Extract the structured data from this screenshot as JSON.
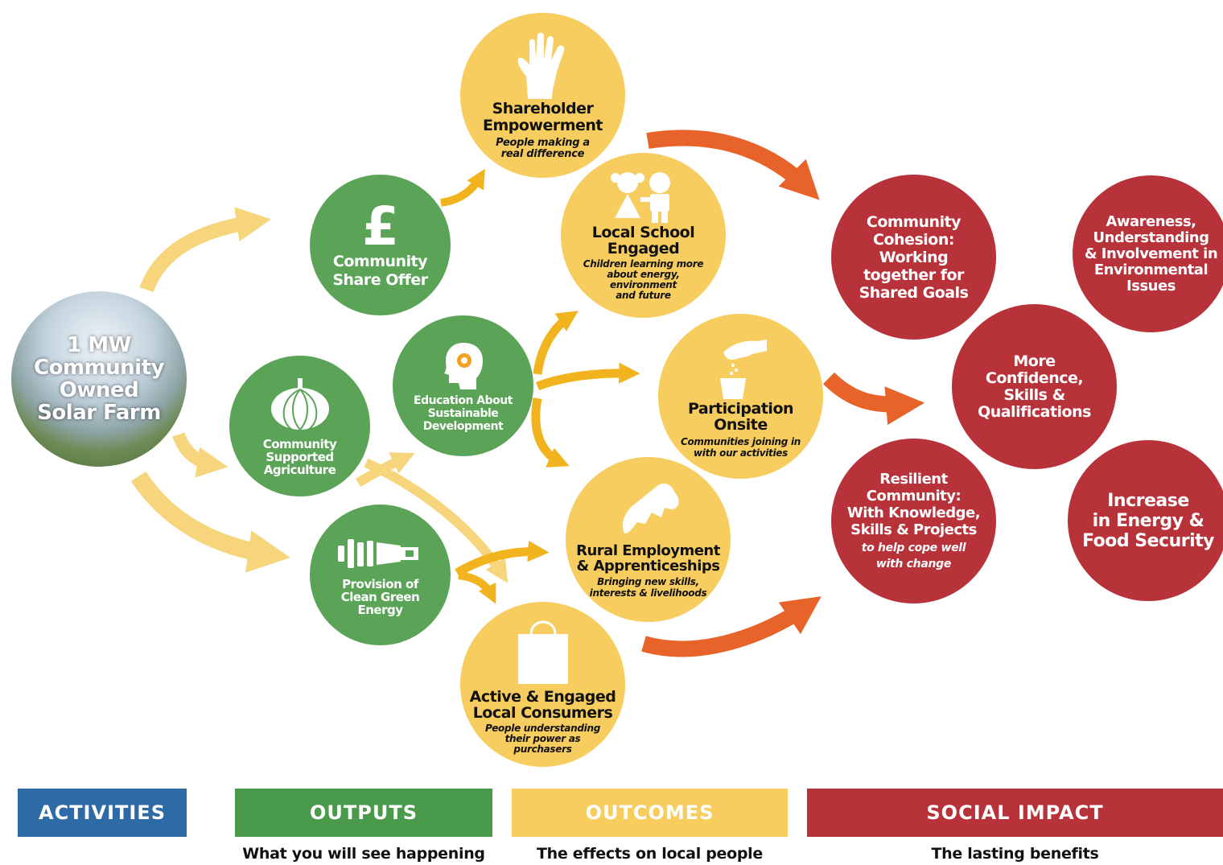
{
  "colors": {
    "activities": "#2d6aa6",
    "outputs": "#4a9a4c",
    "outcomes": "#f8cd5f",
    "impact": "#b8323a",
    "arrow_light": "#f7d57d",
    "arrow_mid": "#f2b41e",
    "arrow_orange": "#e8632a"
  },
  "activity": {
    "title": "1 MW\nCommunity\nOwned\nSolar Farm"
  },
  "outputs": {
    "share_offer": {
      "title": "Community\nShare Offer",
      "icon": "pound-icon"
    },
    "agriculture": {
      "title": "Community\nSupported\nAgriculture",
      "icon": "pumpkin-icon"
    },
    "energy": {
      "title": "Provision of\nClean Green\nEnergy",
      "icon": "lightbulb-icon"
    },
    "education": {
      "title": "Education About\nSustainable\nDevelopment",
      "icon": "head-gear-icon"
    }
  },
  "outcomes": {
    "shareholder": {
      "title": "Shareholder\nEmpowerment",
      "subtitle": "People making a\nreal difference",
      "icon": "hand-icon"
    },
    "school": {
      "title": "Local School\nEngaged",
      "subtitle": "Children learning more\nabout energy,\nenvironment\nand future",
      "icon": "children-icon"
    },
    "participation": {
      "title": "Participation\nOnsite",
      "subtitle": "Communities joining in\nwith our activities",
      "icon": "planting-hand-icon"
    },
    "employment": {
      "title": "Rural Employment\n& Apprenticeships",
      "subtitle": "Bringing new skills,\ninterests & livelihoods",
      "icon": "tool-icon"
    },
    "consumers": {
      "title": "Active & Engaged\nLocal Consumers",
      "subtitle": "People understanding\ntheir power as\npurchasers",
      "icon": "shopping-bag-icon"
    }
  },
  "impacts": {
    "cohesion": {
      "title": "Community\nCohesion:\nWorking\ntogether for\nShared Goals"
    },
    "awareness": {
      "title": "Awareness,\nUnderstanding\n& Involvement in\nEnvironmental\nIssues"
    },
    "confidence": {
      "title": "More\nConfidence,\nSkills &\nQualifications"
    },
    "resilient": {
      "title": "Resilient\nCommunity:\nWith Knowledge,\nSkills & Projects",
      "subtitle": "to help cope well\nwith change"
    },
    "security": {
      "title": "Increase\nin Energy &\nFood Security"
    }
  },
  "legend": {
    "activities": {
      "label": "ACTIVITIES"
    },
    "outputs": {
      "label": "OUTPUTS",
      "caption": "What you will see happening"
    },
    "outcomes": {
      "label": "OUTCOMES",
      "caption": "The effects on local people"
    },
    "impact": {
      "label": "SOCIAL IMPACT",
      "caption": "The lasting benefits"
    }
  }
}
